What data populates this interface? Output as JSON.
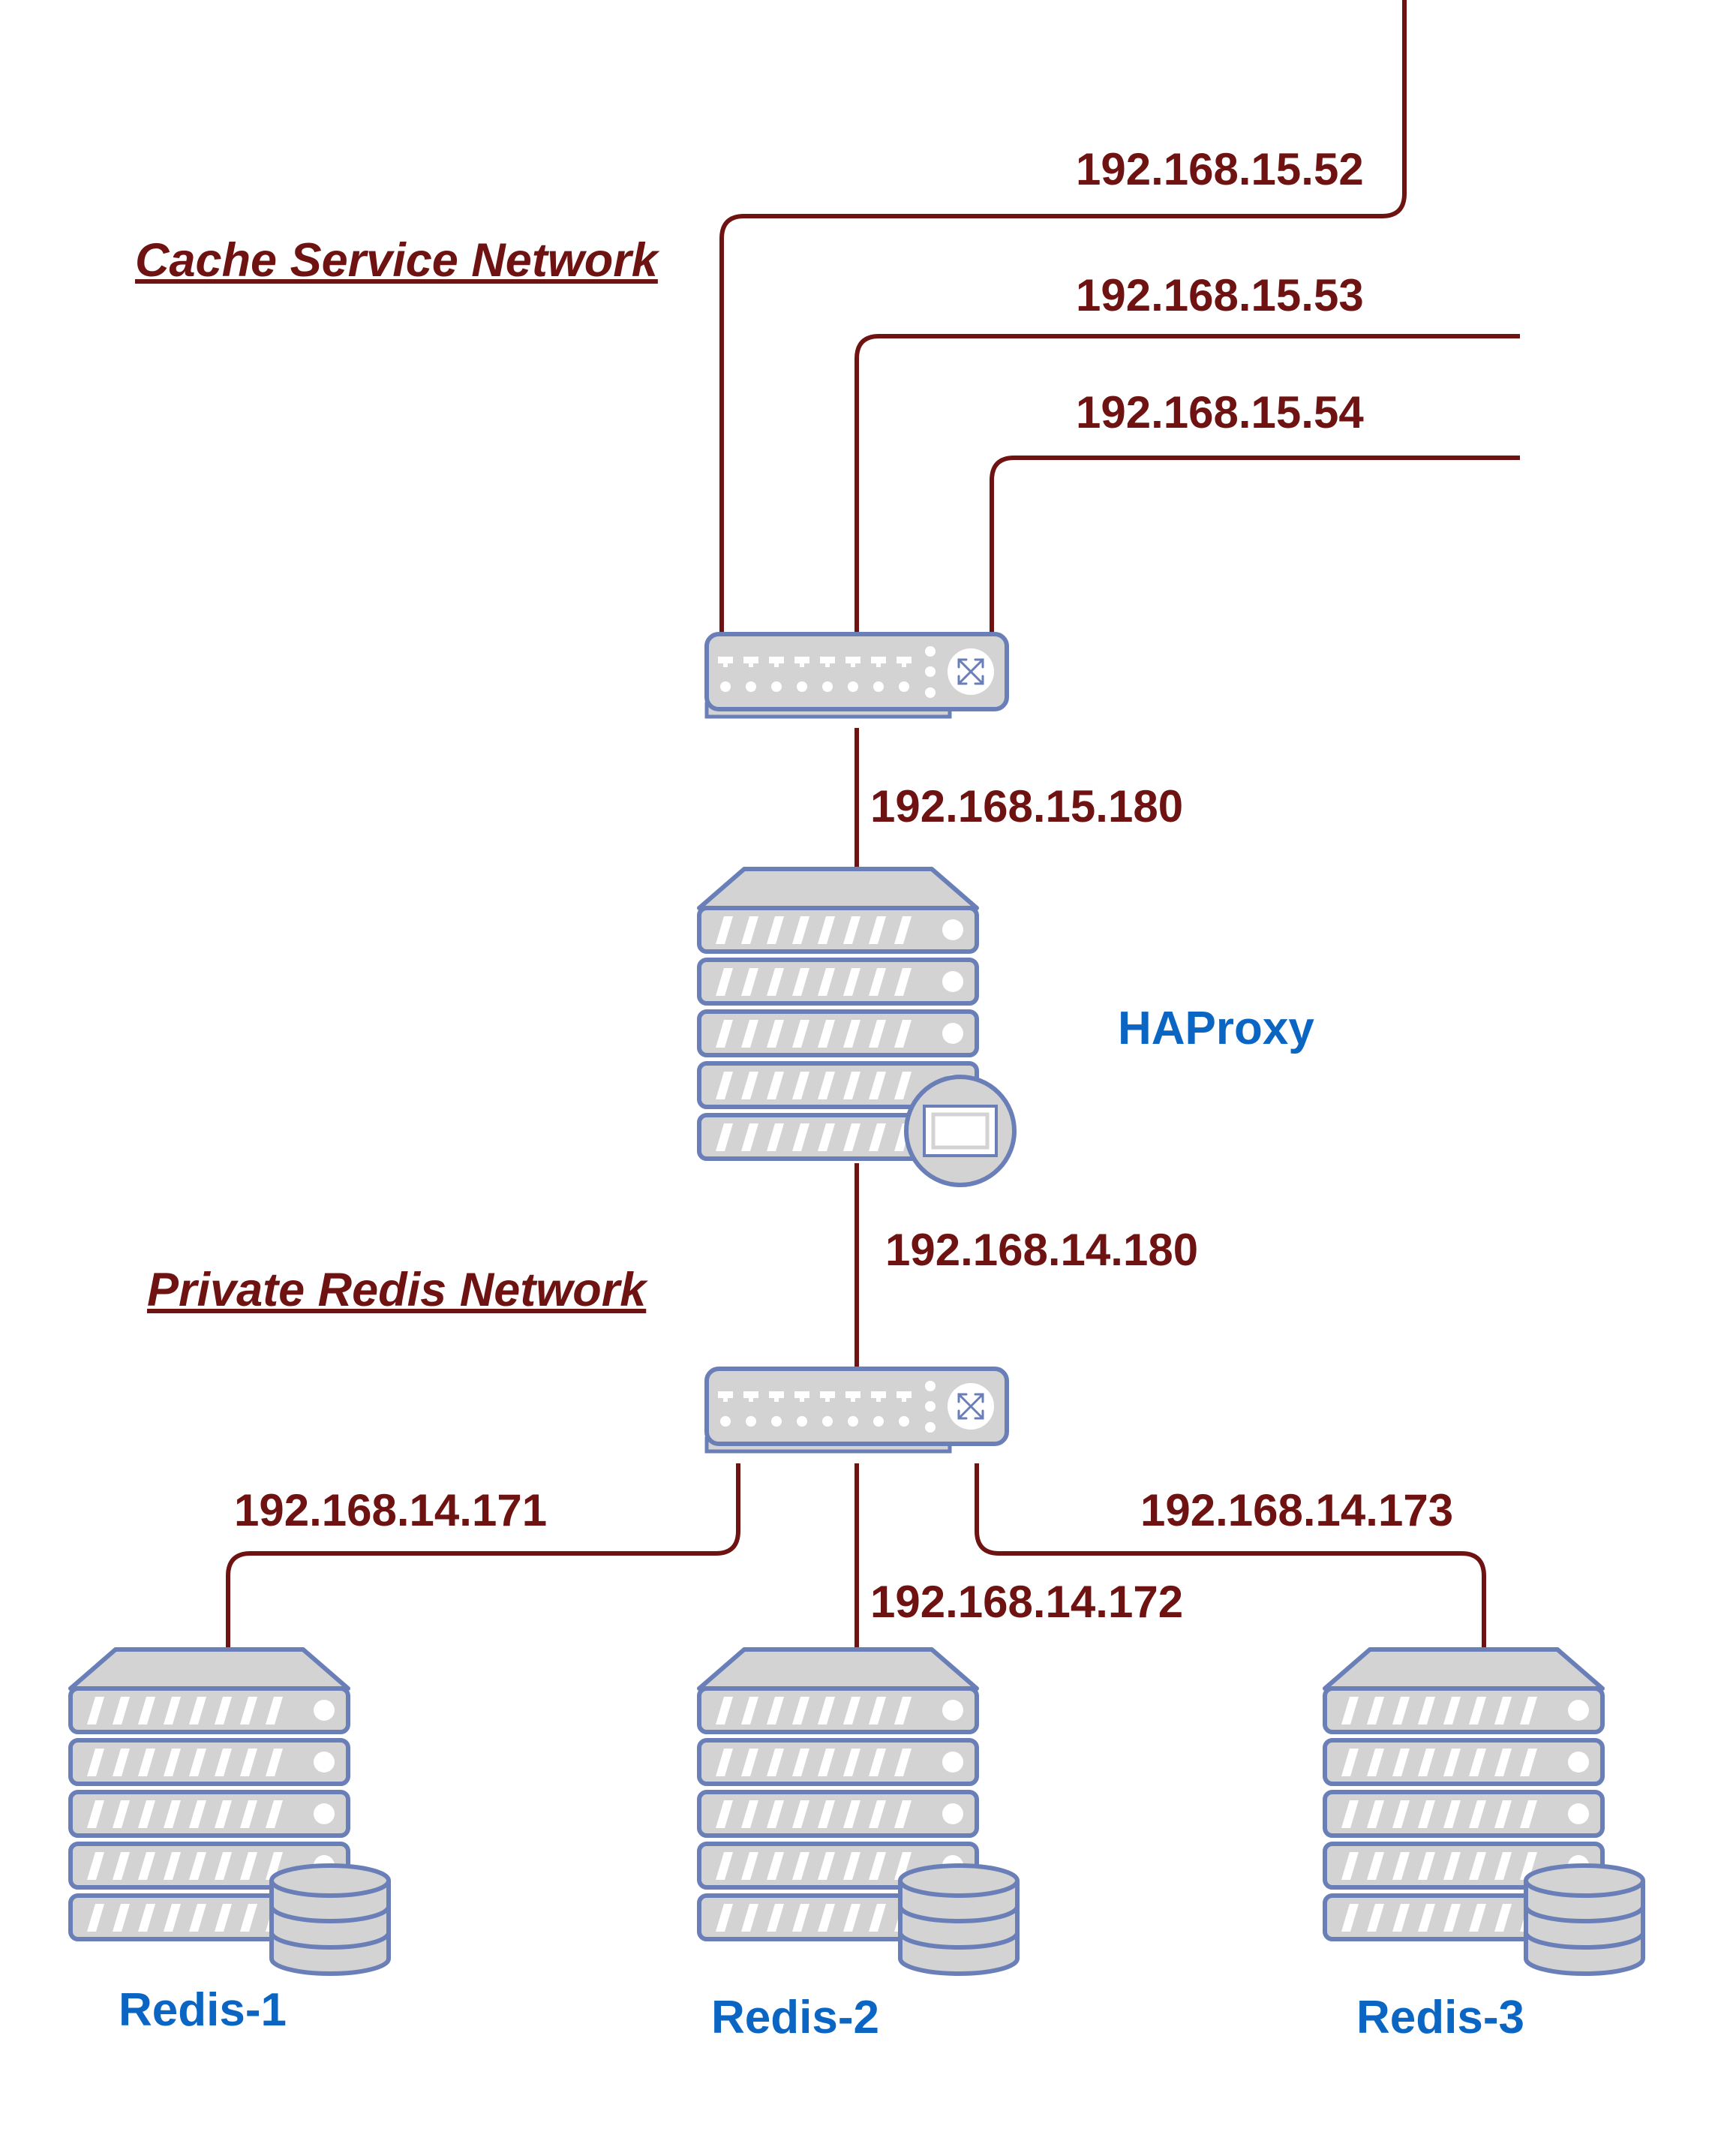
{
  "networks": {
    "cache_service": "Cache Service Network",
    "private_redis": "Private Redis Network"
  },
  "cache_clients": {
    "ip_52": "192.168.15.52",
    "ip_53": "192.168.15.53",
    "ip_54": "192.168.15.54"
  },
  "haproxy": {
    "label": "HAProxy",
    "front_ip": "192.168.15.180",
    "back_ip": "192.168.14.180"
  },
  "redis_nodes": [
    {
      "label": "Redis-1",
      "ip": "192.168.14.171"
    },
    {
      "label": "Redis-2",
      "ip": "192.168.14.172"
    },
    {
      "label": "Redis-3",
      "ip": "192.168.14.173"
    }
  ],
  "colors": {
    "link": "#6e1212",
    "device_label": "#0b66c3",
    "device_fill": "#d3d3d3",
    "device_stroke": "#6a7fb8"
  },
  "icons": {
    "switch": "network-switch-icon",
    "server": "server-rack-icon",
    "load_balancer_badge": "monitor-badge-icon",
    "database_badge": "database-icon"
  }
}
